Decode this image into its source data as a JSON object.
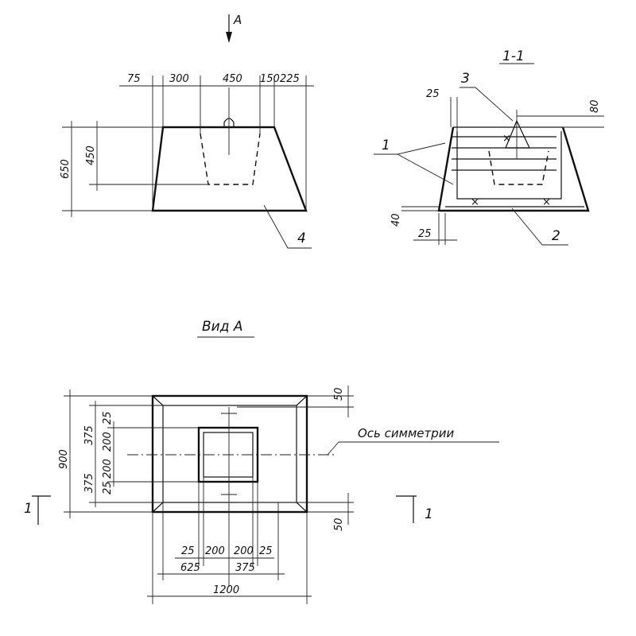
{
  "view_arrow_label": "A",
  "elevation": {
    "dims_top": [
      "75",
      "300",
      "450",
      "150",
      "225"
    ],
    "dim_height_total": "650",
    "dim_height_inner": "450",
    "callout_4": "4"
  },
  "section": {
    "title": "1-1",
    "dim_top_left": "25",
    "dim_top_right": "80",
    "callout_1": "1",
    "callout_2": "2",
    "callout_3": "3",
    "dim_bottom_cover": "40",
    "dim_bottom_side": "25"
  },
  "plan": {
    "title": "Вид А",
    "axis_label": "Ось симметрии",
    "dims_right": [
      "50",
      "50"
    ],
    "dims_left": [
      "900",
      "375",
      "25",
      "200",
      "200",
      "25",
      "375"
    ],
    "dims_bottom_row1": [
      "25",
      "200",
      "200",
      "25"
    ],
    "dims_bottom_row2": [
      "625",
      "375"
    ],
    "dim_total_width": "1200",
    "section_mark_left": "1",
    "section_mark_right": "1"
  }
}
